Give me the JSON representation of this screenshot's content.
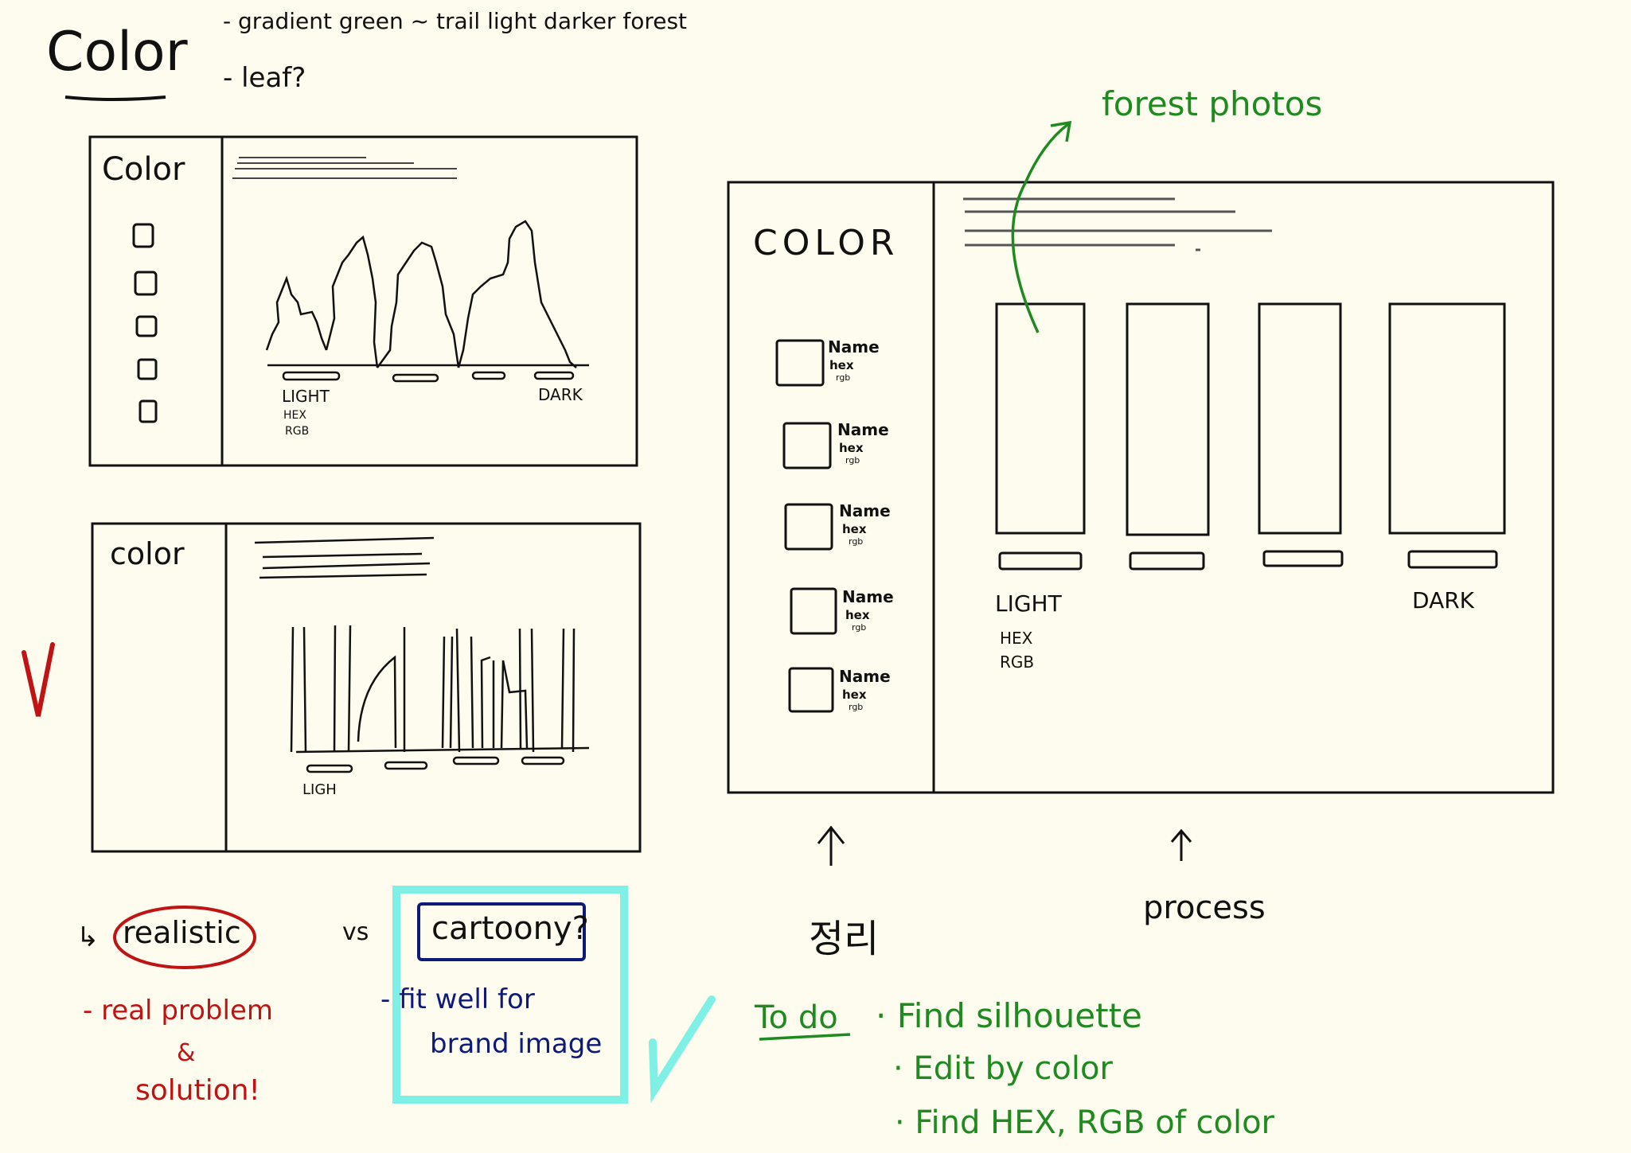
{
  "notes": {
    "title": "Color",
    "line1": "- gradient green ~ trail light darker forest",
    "line2": "- leaf?"
  },
  "mockup1": {
    "title": "Color",
    "light": "LIGHT",
    "hex": "HEX",
    "rgb": "RGB",
    "dark": "DARK"
  },
  "mockup2": {
    "title": "color",
    "light": "LIGH"
  },
  "mockup3": {
    "title": "COLOR",
    "swatches": [
      {
        "name": "Name",
        "hex": "hex",
        "rgb": "rgb"
      },
      {
        "name": "Name",
        "hex": "hex",
        "rgb": "rgb"
      },
      {
        "name": "Name",
        "hex": "hex",
        "rgb": "rgb"
      },
      {
        "name": "Name",
        "hex": "hex",
        "rgb": "rgb"
      },
      {
        "name": "Name",
        "hex": "hex",
        "rgb": "rgb"
      }
    ],
    "light": "LIGHT",
    "hex": "HEX",
    "rgb": "RGB",
    "dark": "DARK",
    "forest_photos": "forest photos"
  },
  "labels": {
    "left_arrow": "정리",
    "right_arrow": "process"
  },
  "comparison": {
    "realistic": "realistic",
    "vs": "vs",
    "cartoony": "cartoony?",
    "real_note_1": "- real problem",
    "real_note_2": "&",
    "real_note_3": "solution!",
    "cartoon_note_1": "- fit well for",
    "cartoon_note_2": "brand image"
  },
  "todo": {
    "heading": "To do",
    "items": [
      "· Find silhouette",
      "· Edit by color",
      "· Find HEX, RGB of color"
    ]
  },
  "colors": {
    "ink": "#111111",
    "green": "#1f8a1f",
    "red": "#c01414",
    "navy": "#0d1a7a",
    "cyan": "#7ff0e6",
    "paper": "#fdfcee"
  }
}
